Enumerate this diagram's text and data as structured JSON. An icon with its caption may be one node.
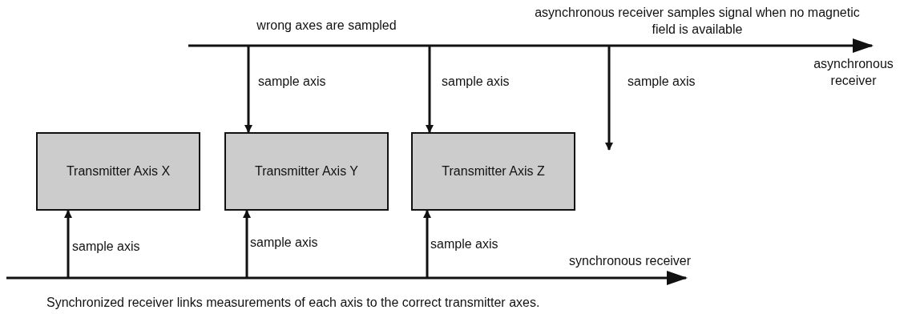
{
  "diagram": {
    "caption": "Synchronized receiver links measurements of each axis to the correct transmitter axes.",
    "nodes": [
      {
        "text": [
          "Transmitter Axis X"
        ]
      },
      {
        "text": [
          "Transmitter Axis Y"
        ]
      },
      {
        "text": [
          "Transmitter Axis Z"
        ]
      },
      {
        "text": [],
        "shape": "line",
        "beside": [
          "synchronous receiver"
        ]
      },
      {
        "text": [],
        "shape": "line",
        "beside": [
          "asynchronous receiver"
        ]
      }
    ],
    "edges": [
      {
        "from": 3,
        "to": 0,
        "arrow": "to",
        "label": "sample axis"
      },
      {
        "from": 3,
        "to": 1,
        "arrow": "to",
        "label": "sample axis"
      },
      {
        "from": 3,
        "to": 2,
        "arrow": "to",
        "label": "sample axis"
      },
      {
        "from": 4,
        "to": 1,
        "arrow": "to",
        "label": "sample axis"
      },
      {
        "from": 4,
        "to": 2,
        "arrow": "to",
        "label": "sample axis"
      },
      {
        "from": 4,
        "to": null,
        "arrow": "to",
        "label": "sample axis"
      }
    ],
    "labels": [
      "wrong axes are sampled",
      "asynchronous receiver samples signal when no magnetic field is available"
    ]
  }
}
